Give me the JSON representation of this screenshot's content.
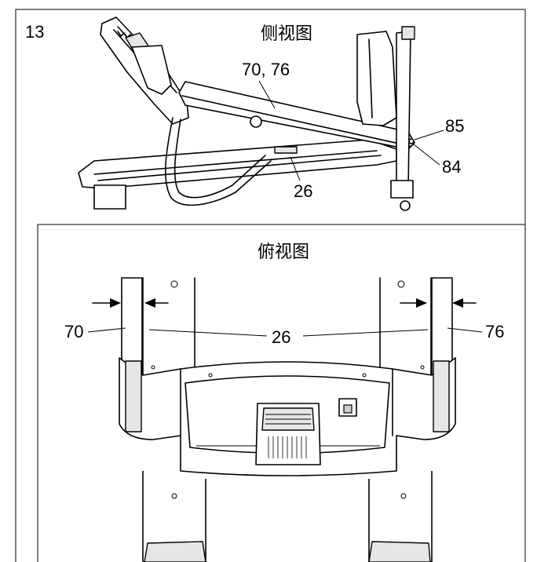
{
  "step_number": "13",
  "side_view": {
    "title": "侧视图",
    "callouts": {
      "upright_pair": "70, 76",
      "base": "26",
      "part_85": "85",
      "part_84": "84"
    }
  },
  "top_view": {
    "title": "俯视图",
    "callouts": {
      "left_upright": "70",
      "base": "26",
      "right_upright": "76"
    }
  }
}
